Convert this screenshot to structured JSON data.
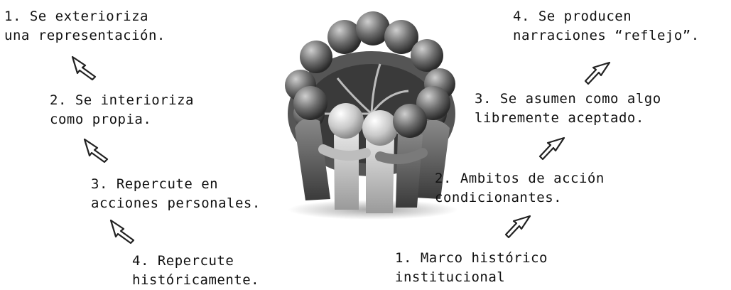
{
  "left_column": {
    "steps": [
      {
        "line1": "1. Se exterioriza",
        "line2": "una representación."
      },
      {
        "line1": "2. Se interioriza",
        "line2": "como propia."
      },
      {
        "line1": "3. Repercute en",
        "line2": "acciones personales."
      },
      {
        "line1": "4. Repercute",
        "line2": "históricamente."
      }
    ]
  },
  "right_column": {
    "steps": [
      {
        "line1": "1. Marco histórico",
        "line2": "institucional"
      },
      {
        "line1": "2. Ambitos de acción",
        "line2": "condicionantes."
      },
      {
        "line1": "3. Se asumen como algo",
        "line2": "libremente aceptado."
      },
      {
        "line1": "4. Se producen",
        "line2": "narraciones “reflejo”."
      }
    ]
  },
  "icons": {
    "left_arrows": "cursor-arrow-down-right-icon",
    "right_arrows": "cursor-arrow-up-right-icon",
    "center_image": "people-circle-illustration"
  }
}
